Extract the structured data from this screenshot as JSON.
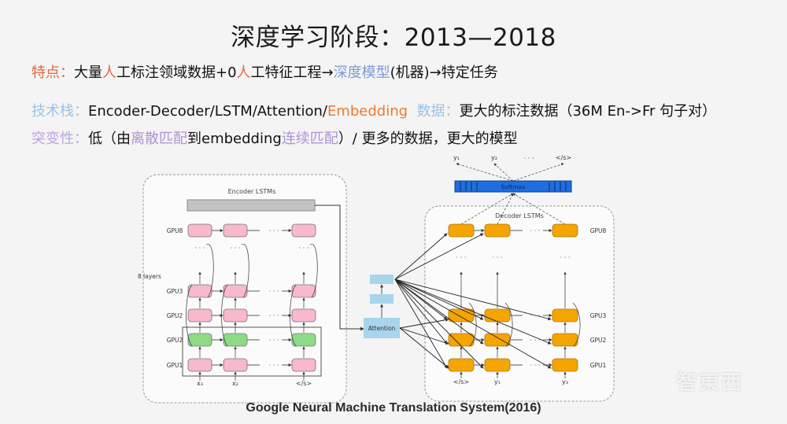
{
  "title": "深度学习阶段：2013—2018",
  "features": {
    "label": "特点：",
    "p1": "大量",
    "p2": "人",
    "p3": "工标注领域数据+0",
    "p4": "人",
    "p5": "工特征工程→",
    "p6": "深度模型",
    "p7": "(机器)→特定任务"
  },
  "stack": {
    "label": "技术栈：",
    "p1": "Encoder-Decoder/LSTM/Attention/",
    "p2": "Embedding",
    "data_label": "数据：",
    "p3": "更大的标注数据（36M En->Fr 句子对）"
  },
  "mutation": {
    "label": "突变性：",
    "p1": "低（由",
    "p2": "离散匹配",
    "p3": "到embedding",
    "p4": "连续匹配",
    "p5": "）/ 更多的数据，更大的模型"
  },
  "diagram": {
    "encoder_title": "Encoder LSTMs",
    "decoder_title": "Decoder LSTMs",
    "softmax": "Softmax",
    "attention": "Attention",
    "layers": "8 layers",
    "dots": "· · ·",
    "enc_gpus": [
      "GPU8",
      "GPU3",
      "GPU2",
      "GPU2",
      "GPU1"
    ],
    "dec_gpus": [
      "GPU8",
      "GPU3",
      "GPU2",
      "GPU1"
    ],
    "enc_inputs": [
      "x₃",
      "x₂",
      "</s>"
    ],
    "dec_inputs": [
      "</s>",
      "y₁",
      "y₃"
    ],
    "dec_outputs": [
      "y₁",
      "y₂",
      "</s>"
    ],
    "colors": {
      "pink": "#f7b9cb",
      "green": "#8edb86",
      "orange": "#f5a500",
      "blue": "#1d6fe0",
      "attn": "#a8d4ec"
    }
  },
  "caption": "Google Neural Machine Translation System(2016)",
  "watermark": "智東西"
}
